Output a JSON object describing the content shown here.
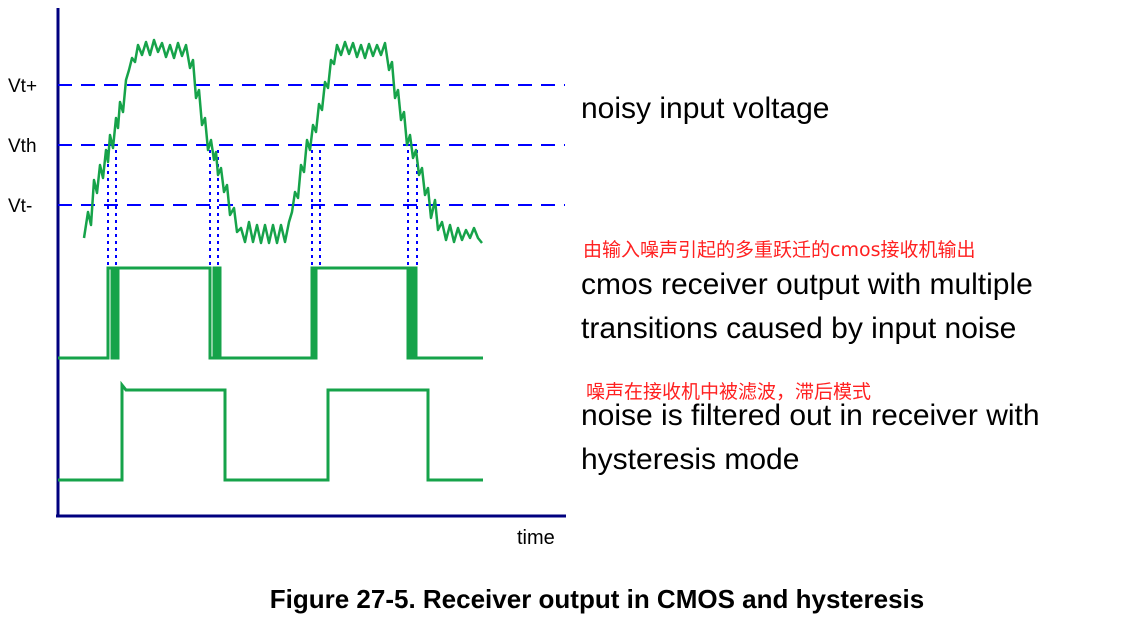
{
  "colors": {
    "axis": "#00007f",
    "threshold": "#0000ff",
    "signal": "#16a34a",
    "annotation_zh": "#ff2020",
    "text": "#000000"
  },
  "thresholds": {
    "vt_plus": "Vt+",
    "vth": "Vth",
    "vt_minus": "Vt-"
  },
  "axis": {
    "x_label": "time"
  },
  "descriptions": {
    "noisy_input": "noisy input voltage",
    "cmos_zh": "由输入噪声引起的多重跃迁的cmos接收机输出",
    "cmos_line1": "cmos receiver output with multiple",
    "cmos_line2": "transitions caused by input noise",
    "hyst_zh": "噪声在接收机中被滤波，滞后模式",
    "hyst_line1": "noise is filtered out in receiver with",
    "hyst_line2": "hysteresis mode"
  },
  "caption": "Figure 27-5. Receiver output in CMOS and hysteresis"
}
